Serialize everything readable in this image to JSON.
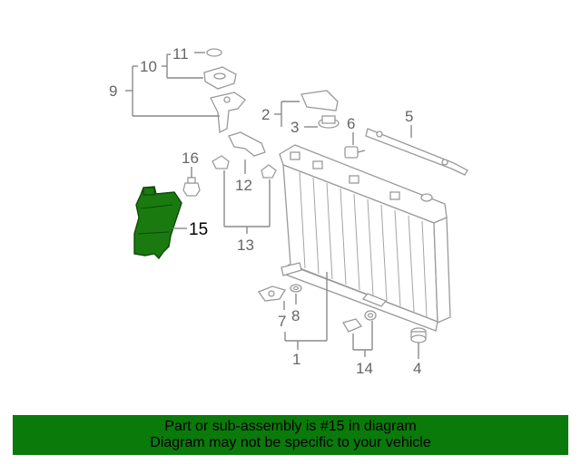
{
  "diagram": {
    "labels": [
      {
        "id": "1",
        "text": "1"
      },
      {
        "id": "2",
        "text": "2"
      },
      {
        "id": "3",
        "text": "3"
      },
      {
        "id": "4",
        "text": "4"
      },
      {
        "id": "5",
        "text": "5"
      },
      {
        "id": "6",
        "text": "6"
      },
      {
        "id": "7",
        "text": "7"
      },
      {
        "id": "8",
        "text": "8"
      },
      {
        "id": "9",
        "text": "9"
      },
      {
        "id": "10",
        "text": "10"
      },
      {
        "id": "11",
        "text": "11"
      },
      {
        "id": "12",
        "text": "12"
      },
      {
        "id": "13",
        "text": "13"
      },
      {
        "id": "14",
        "text": "14"
      },
      {
        "id": "15",
        "text": "15"
      },
      {
        "id": "16",
        "text": "16"
      }
    ],
    "highlight_part": "15",
    "highlight_color": "#1a7a10"
  },
  "banner": {
    "line1": "Part or sub-assembly is #15 in diagram",
    "line2": "Diagram may not be specific to your vehicle",
    "color": "#0a7a0a"
  }
}
